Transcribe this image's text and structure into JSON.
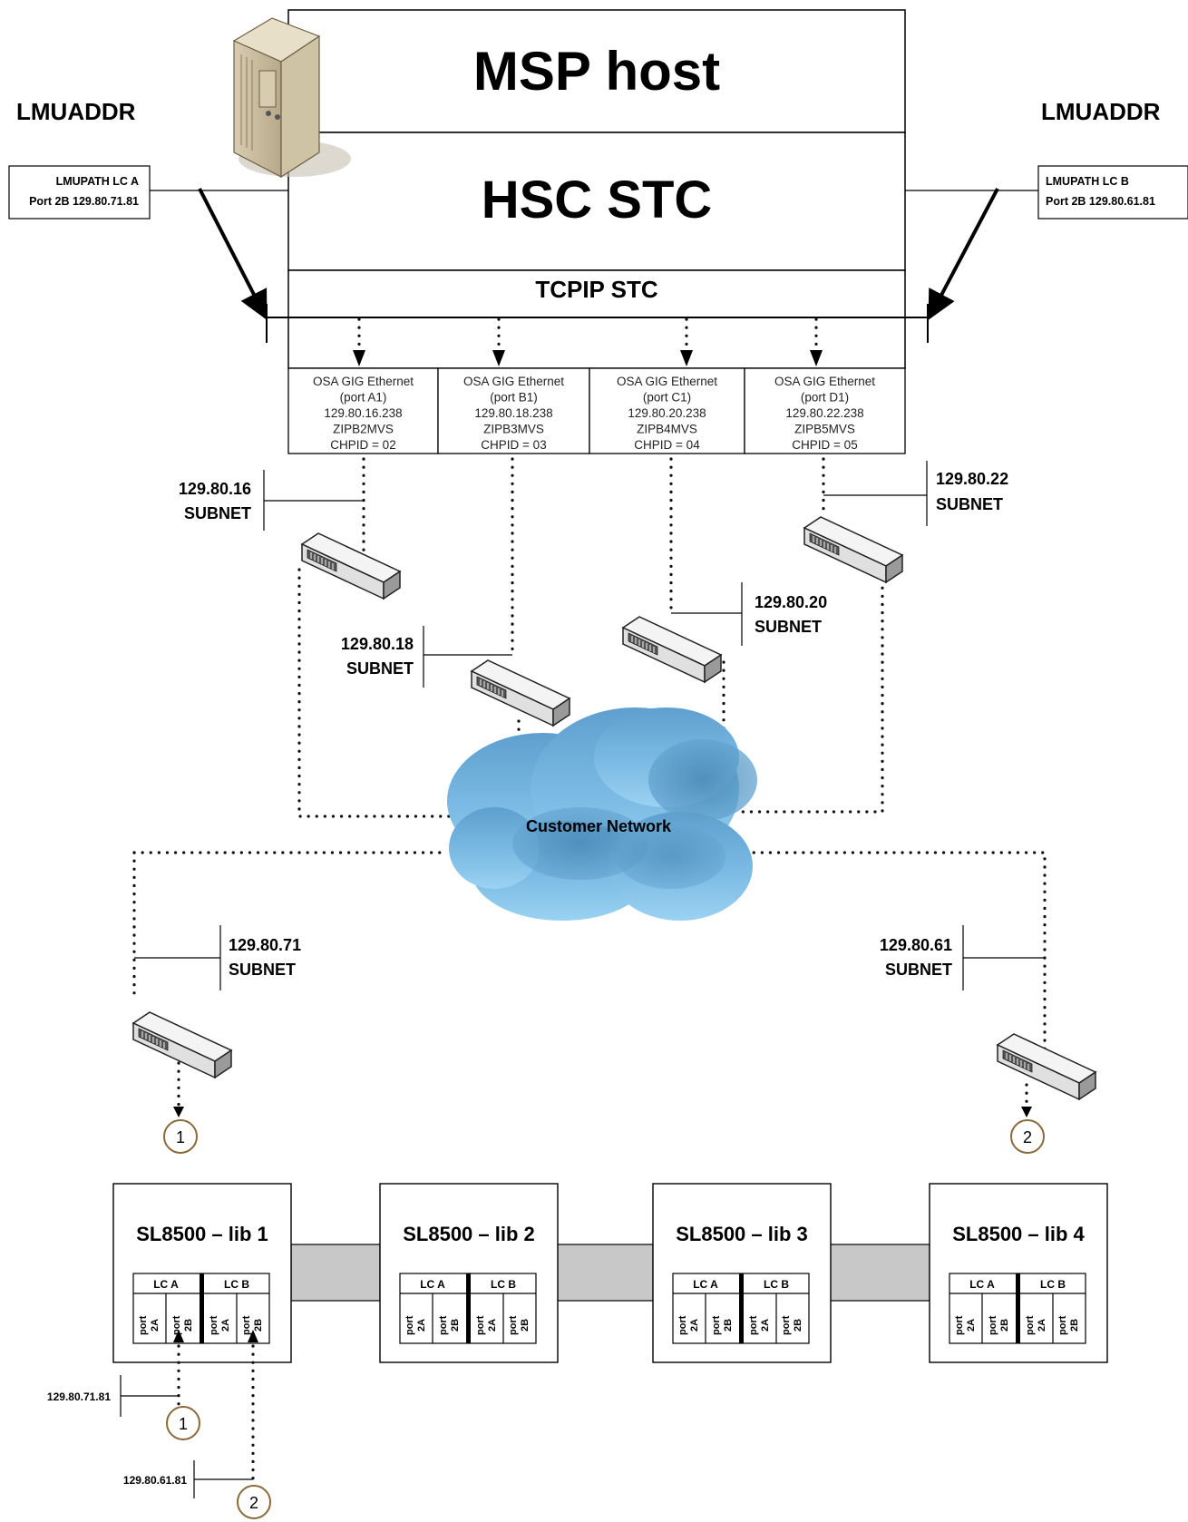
{
  "host": {
    "msp_title": "MSP host",
    "hsc_title": "HSC STC",
    "tcpip_title": "TCPIP STC"
  },
  "lmu": {
    "left_label": "LMUADDR",
    "right_label": "LMUADDR",
    "left_box": [
      "LMUPATH LC A",
      "Port 2B 129.80.71.81"
    ],
    "right_box": [
      "LMUPATH  LC B",
      "Port 2B 129.80.61.81"
    ]
  },
  "osa_ports": [
    {
      "name": "OSA GIG Ethernet",
      "port": "(port A1)",
      "ip": "129.80.16.238",
      "host": "ZIPB2MVS",
      "chpid": "CHPID = 02"
    },
    {
      "name": "OSA GIG Ethernet",
      "port": "(port B1)",
      "ip": "129.80.18.238",
      "host": "ZIPB3MVS",
      "chpid": "CHPID = 03"
    },
    {
      "name": "OSA GIG Ethernet",
      "port": "(port C1)",
      "ip": "129.80.20.238",
      "host": "ZIPB4MVS",
      "chpid": "CHPID = 04"
    },
    {
      "name": "OSA GIG Ethernet",
      "port": "(port D1)",
      "ip": "129.80.22.238",
      "host": "ZIPB5MVS",
      "chpid": "CHPID = 05"
    }
  ],
  "subnets": {
    "s16": [
      "129.80.16",
      "SUBNET"
    ],
    "s18": [
      "129.80.18",
      "SUBNET"
    ],
    "s20": [
      "129.80.20",
      "SUBNET"
    ],
    "s22": [
      "129.80.22",
      "SUBNET"
    ],
    "s71": [
      "129.80.71",
      "SUBNET"
    ],
    "s61": [
      "129.80.61",
      "SUBNET"
    ]
  },
  "cloud_label": "Customer Network",
  "markers": {
    "one": "1",
    "two": "2"
  },
  "libraries": [
    {
      "title": "SL8500 – lib 1"
    },
    {
      "title": "SL8500 – lib 2"
    },
    {
      "title": "SL8500 – lib 3"
    },
    {
      "title": "SL8500 – lib 4"
    }
  ],
  "lc": {
    "a": "LC A",
    "b": "LC B"
  },
  "ports": {
    "word": "port",
    "p2a": "2A",
    "p2b": "2B"
  },
  "bottom_ips": {
    "ip71": "129.80.71.81",
    "ip61": "129.80.61.81"
  }
}
